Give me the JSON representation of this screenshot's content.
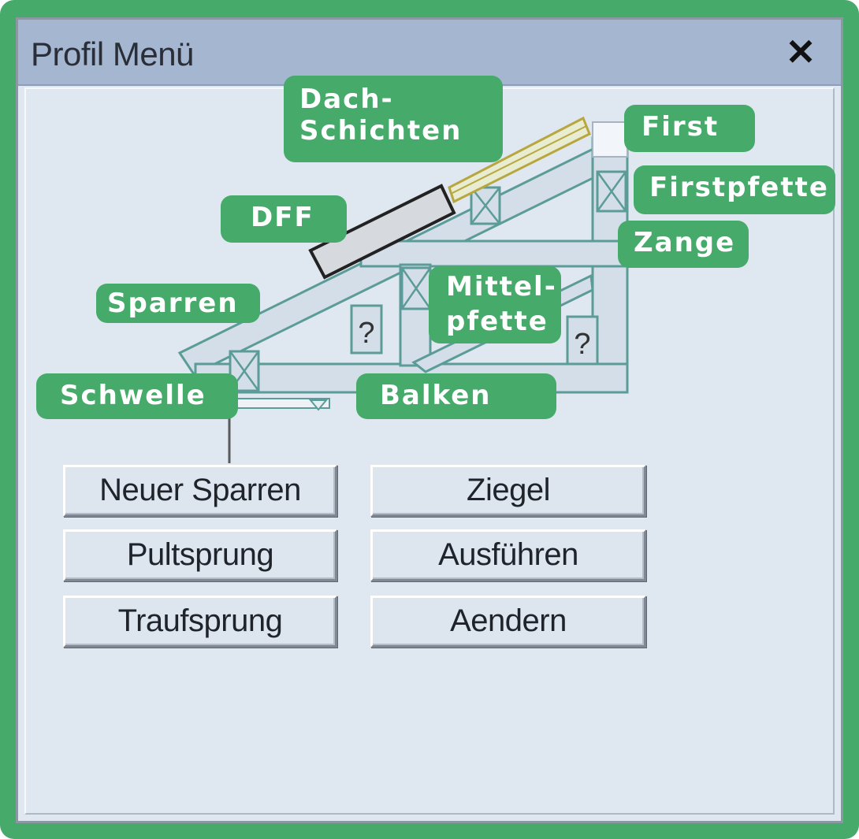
{
  "window": {
    "title": "Profil Menü",
    "close_glyph": "✕"
  },
  "diagram": {
    "question_mark": "?"
  },
  "callouts": {
    "dachschichten_line1": "Dach-",
    "dachschichten_line2": "Schichten",
    "first": "First",
    "firstpfette": "Firstpfette",
    "dff": "DFF",
    "zange": "Zange",
    "sparren": "Sparren",
    "mittelpfette_line1": "Mittel-",
    "mittelpfette_line2": "pfette",
    "schwelle": "Schwelle",
    "balken": "Balken"
  },
  "buttons": {
    "neuer_sparren": "Neuer Sparren",
    "pultsprung": "Pultsprung",
    "traufsprung": "Traufsprung",
    "ziegel": "Ziegel",
    "ausfuehren": "Ausführen",
    "aendern": "Aendern"
  },
  "colors": {
    "accent_green": "#45aa6a",
    "titlebar": "#a5b6d1",
    "dialog_bg": "#dfe7f0",
    "timber_fill": "#d4dee8",
    "timber_outline": "#5c9c98"
  }
}
